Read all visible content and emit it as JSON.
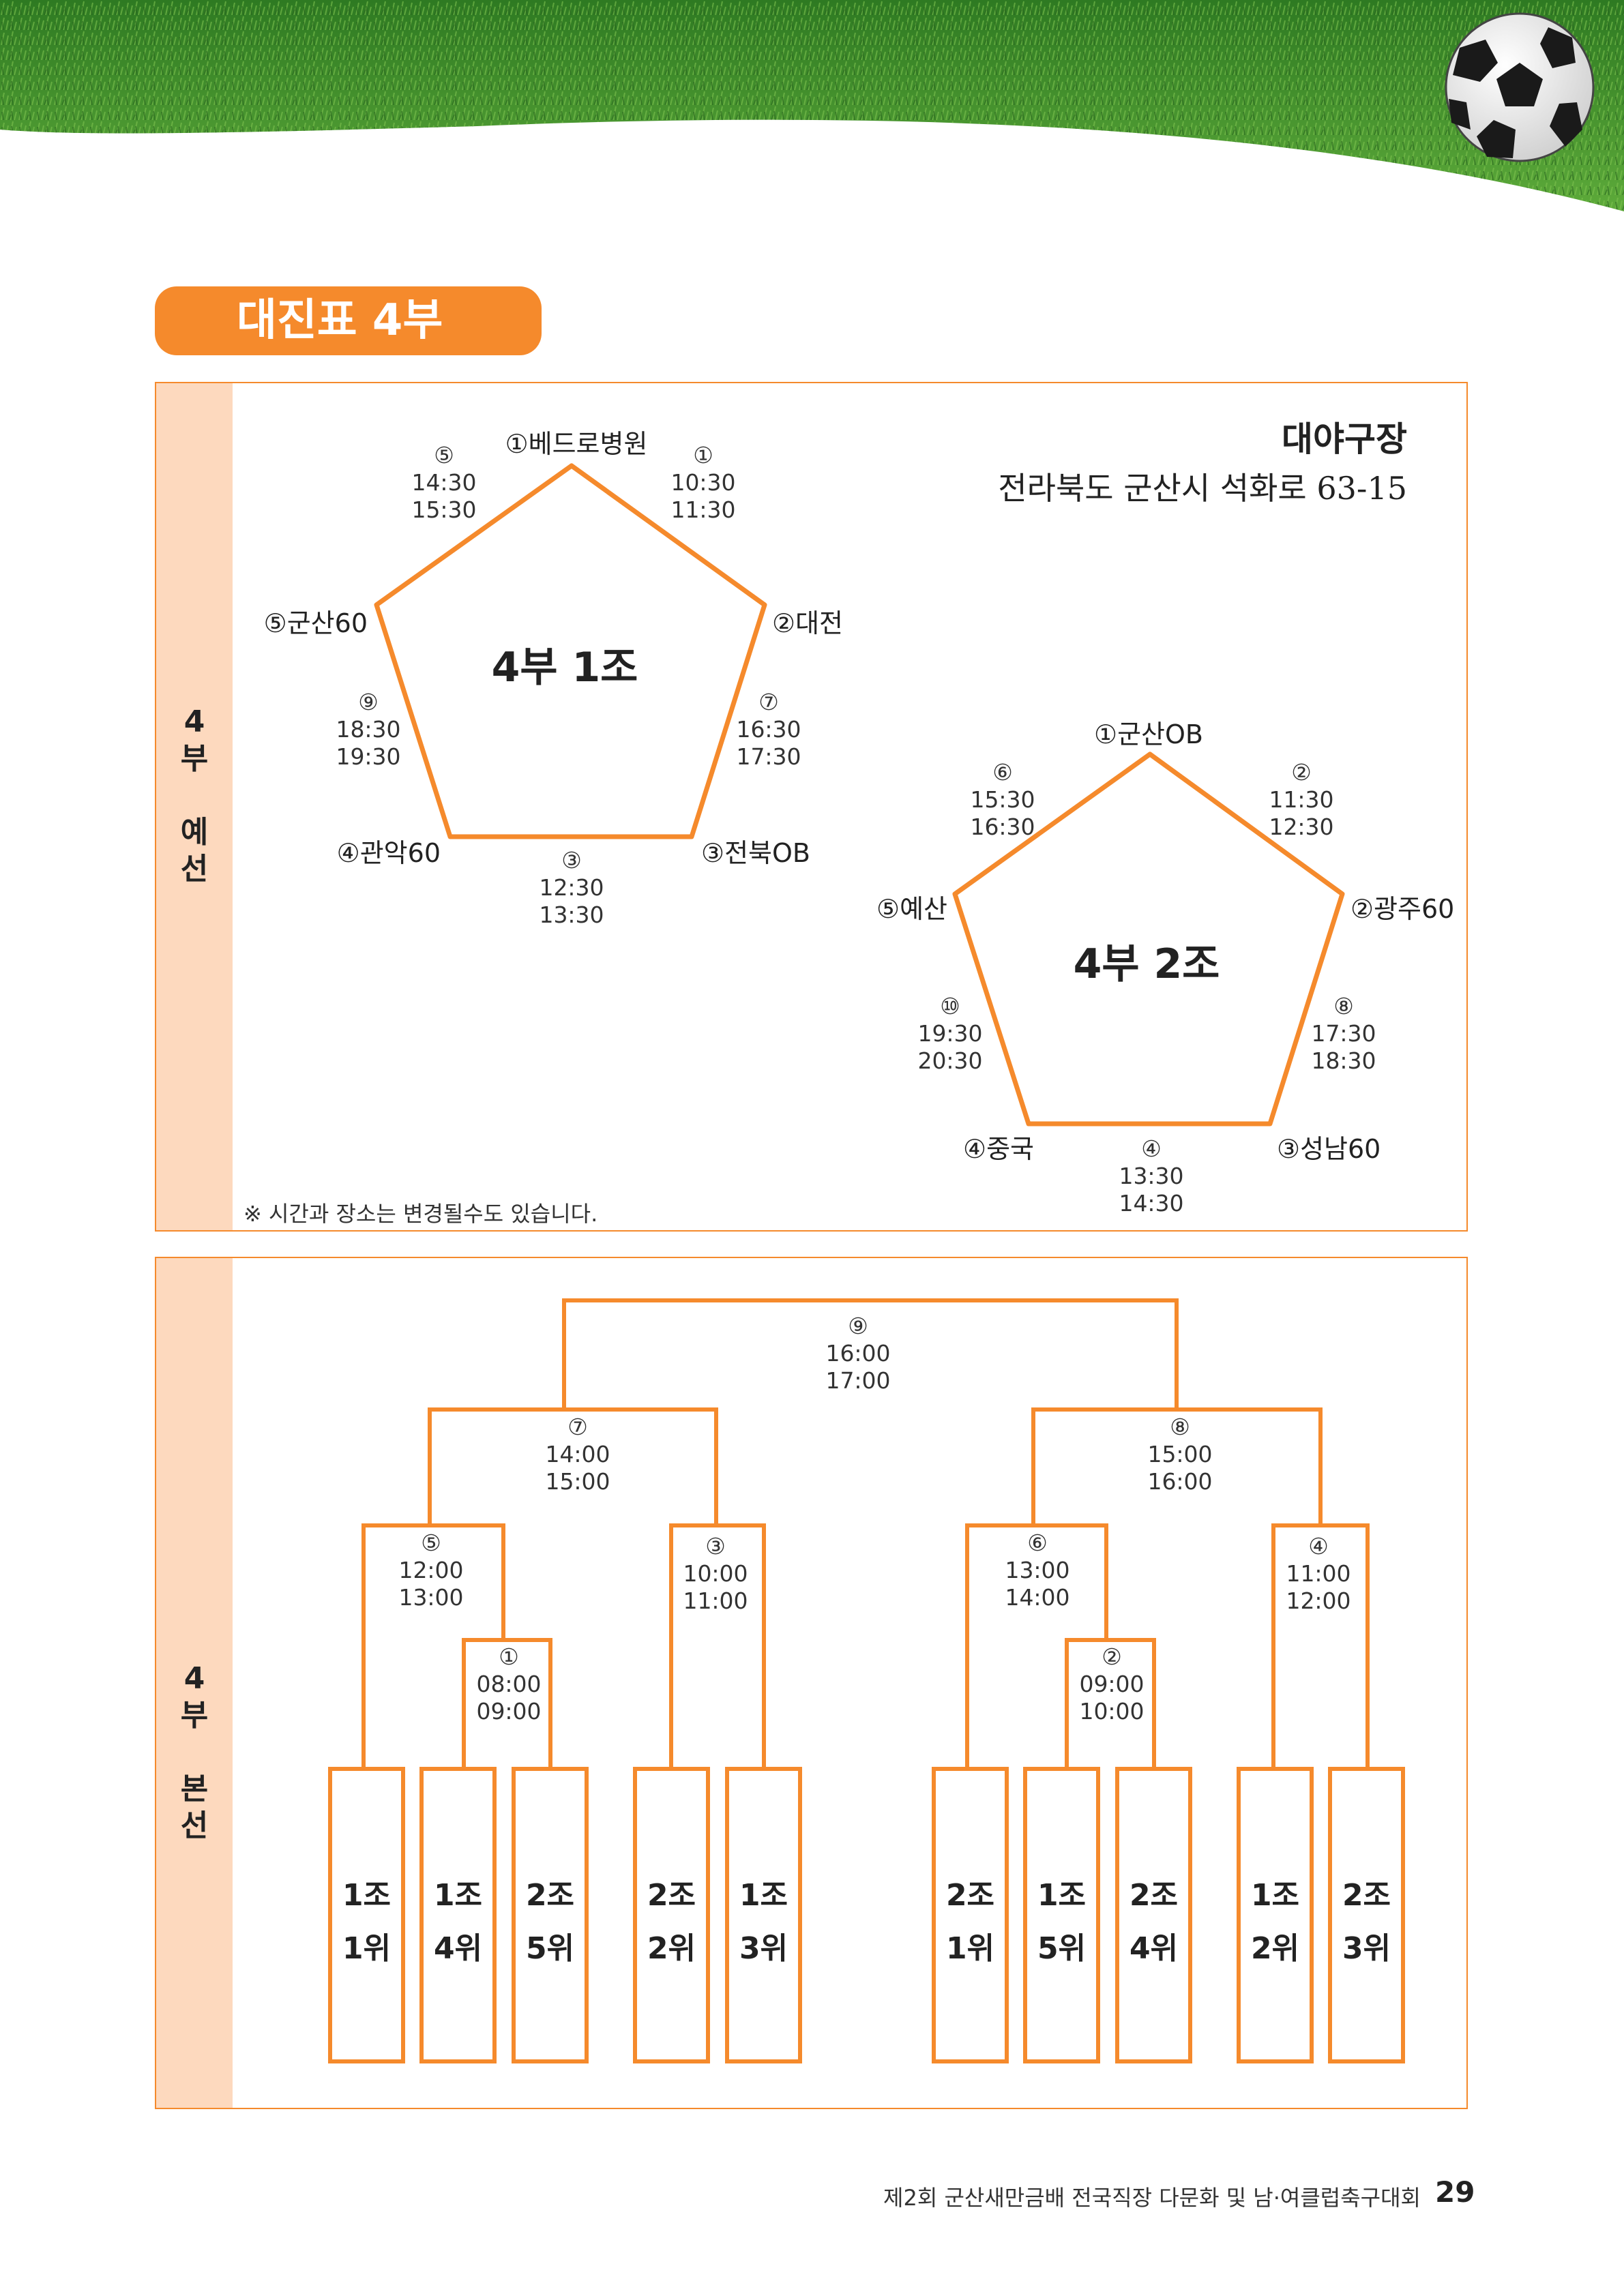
{
  "title": "대진표 4부",
  "prelim": {
    "side_label": [
      "4",
      "부",
      "",
      "예",
      "선"
    ],
    "venue": {
      "name": "대야구장",
      "address": "전라북도 군산시 석화로 63-15"
    },
    "notice": "※ 시간과 장소는 변경될수도 있습니다.",
    "group1": {
      "name": "4부 1조",
      "teams": [
        "①베드로병원",
        "②대전",
        "③전북OB",
        "④관악60",
        "⑤군산60"
      ],
      "matches": [
        {
          "no": "①",
          "start": "10:30",
          "end": "11:30"
        },
        {
          "no": "⑦",
          "start": "16:30",
          "end": "17:30"
        },
        {
          "no": "③",
          "start": "12:30",
          "end": "13:30"
        },
        {
          "no": "⑨",
          "start": "18:30",
          "end": "19:30"
        },
        {
          "no": "⑤",
          "start": "14:30",
          "end": "15:30"
        }
      ]
    },
    "group2": {
      "name": "4부 2조",
      "teams": [
        "①군산OB",
        "②광주60",
        "③성남60",
        "④중국",
        "⑤예산"
      ],
      "matches": [
        {
          "no": "②",
          "start": "11:30",
          "end": "12:30"
        },
        {
          "no": "⑧",
          "start": "17:30",
          "end": "18:30"
        },
        {
          "no": "④",
          "start": "13:30",
          "end": "14:30"
        },
        {
          "no": "⑩",
          "start": "19:30",
          "end": "20:30"
        },
        {
          "no": "⑥",
          "start": "15:30",
          "end": "16:30"
        }
      ]
    }
  },
  "finals": {
    "side_label": [
      "4",
      "부",
      "",
      "본",
      "선"
    ],
    "matches": [
      {
        "no": "①",
        "start": "08:00",
        "end": "09:00"
      },
      {
        "no": "②",
        "start": "09:00",
        "end": "10:00"
      },
      {
        "no": "③",
        "start": "10:00",
        "end": "11:00"
      },
      {
        "no": "④",
        "start": "11:00",
        "end": "12:00"
      },
      {
        "no": "⑤",
        "start": "12:00",
        "end": "13:00"
      },
      {
        "no": "⑥",
        "start": "13:00",
        "end": "14:00"
      },
      {
        "no": "⑦",
        "start": "14:00",
        "end": "15:00"
      },
      {
        "no": "⑧",
        "start": "15:00",
        "end": "16:00"
      },
      {
        "no": "⑨",
        "start": "16:00",
        "end": "17:00"
      }
    ],
    "seeds": [
      {
        "group": "1조",
        "rank": "1위"
      },
      {
        "group": "1조",
        "rank": "4위"
      },
      {
        "group": "2조",
        "rank": "5위"
      },
      {
        "group": "2조",
        "rank": "2위"
      },
      {
        "group": "1조",
        "rank": "3위"
      },
      {
        "group": "2조",
        "rank": "1위"
      },
      {
        "group": "1조",
        "rank": "5위"
      },
      {
        "group": "2조",
        "rank": "4위"
      },
      {
        "group": "1조",
        "rank": "2위"
      },
      {
        "group": "2조",
        "rank": "3위"
      }
    ]
  },
  "footer": {
    "event": "제2회 군산새만금배 전국직장 다문화 및 남·여클럽축구대회",
    "page": "29"
  },
  "colors": {
    "orange": "#F58A2C",
    "pale": "#FDD9BE",
    "grass": "#3F8F2C"
  }
}
